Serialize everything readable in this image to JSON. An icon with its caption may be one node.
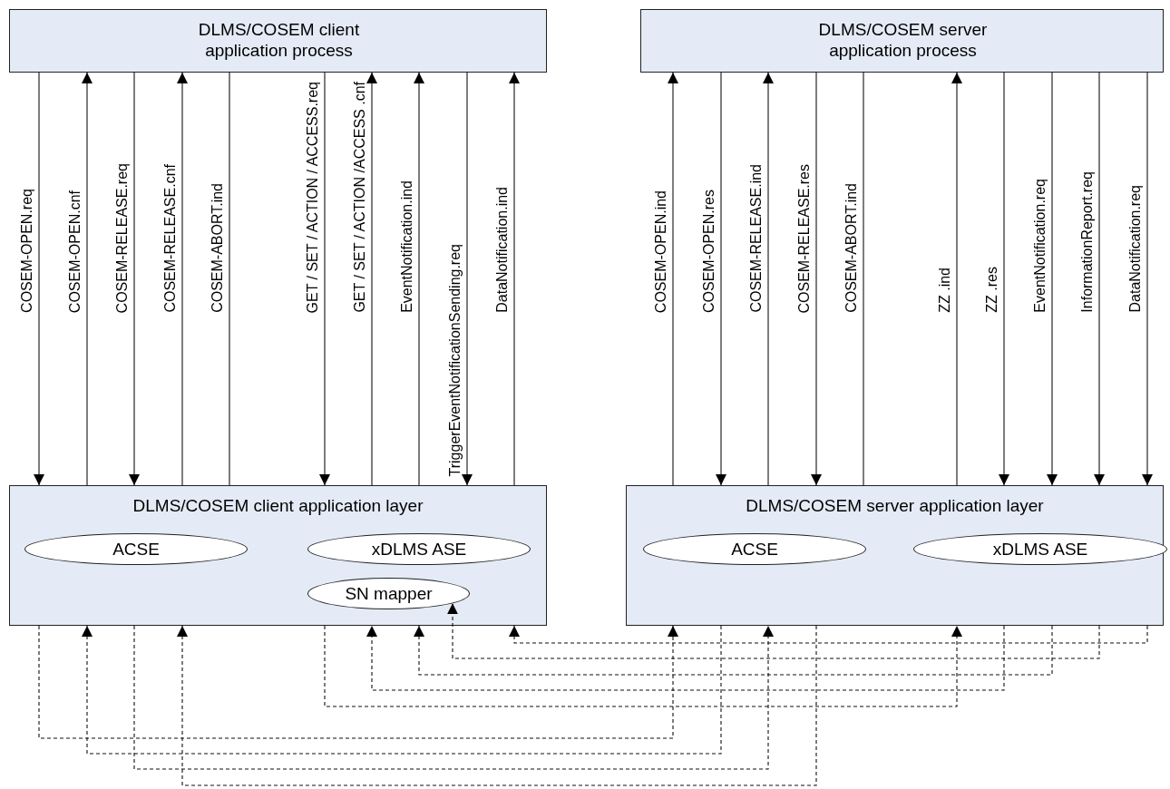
{
  "diagram": {
    "nodes": [
      {
        "text": [
          "DLMS/COSEM client application process"
        ]
      },
      {
        "text": [
          "DLMS/COSEM server application process"
        ]
      },
      {
        "text": [
          "DLMS/COSEM client application layer"
        ]
      },
      {
        "text": [
          "ACSE"
        ],
        "in": 2
      },
      {
        "text": [
          "xDLMS ASE"
        ],
        "in": 2
      },
      {
        "text": [
          "SN mapper"
        ],
        "in": 2
      },
      {
        "text": [
          "DLMS/COSEM server application layer"
        ]
      },
      {
        "text": [
          "ACSE"
        ],
        "in": 6
      },
      {
        "text": [
          "xDLMS ASE"
        ],
        "in": 6
      }
    ],
    "edges": [
      {
        "from": 0,
        "to": 2,
        "arrow": "to",
        "label": "COSEM-OPEN.req"
      },
      {
        "from": 2,
        "to": 0,
        "arrow": "to",
        "label": "COSEM-OPEN.cnf"
      },
      {
        "from": 0,
        "to": 2,
        "arrow": "to",
        "label": "COSEM-RELEASE.req"
      },
      {
        "from": 2,
        "to": 0,
        "arrow": "to",
        "label": "COSEM-RELEASE.cnf"
      },
      {
        "from": 2,
        "to": 0,
        "arrow": "none",
        "label": "COSEM-ABORT.ind"
      },
      {
        "from": 0,
        "to": 2,
        "arrow": "to",
        "label": "GET / SET / ACTION / ACCESS.req"
      },
      {
        "from": 2,
        "to": 0,
        "arrow": "to",
        "label": "GET / SET / ACTION /ACCESS .cnf"
      },
      {
        "from": 2,
        "to": 0,
        "arrow": "to",
        "label": "EventNotification.ind"
      },
      {
        "from": 0,
        "to": 2,
        "arrow": "to",
        "label": "TriggerEventNotificationSending.req"
      },
      {
        "from": 2,
        "to": 0,
        "arrow": "to",
        "label": "DataNotification.ind"
      },
      {
        "from": 6,
        "to": 1,
        "arrow": "to",
        "label": "COSEM-OPEN.ind"
      },
      {
        "from": 1,
        "to": 6,
        "arrow": "to",
        "label": "COSEM-OPEN.res"
      },
      {
        "from": 6,
        "to": 1,
        "arrow": "to",
        "label": "COSEM-RELEASE.ind"
      },
      {
        "from": 1,
        "to": 6,
        "arrow": "to",
        "label": "COSEM-RELEASE.res"
      },
      {
        "from": 6,
        "to": 1,
        "arrow": "none",
        "label": "COSEM-ABORT.ind"
      },
      {
        "from": 6,
        "to": 1,
        "arrow": "to",
        "label": "ZZ .ind"
      },
      {
        "from": 1,
        "to": 6,
        "arrow": "to",
        "label": "ZZ .res"
      },
      {
        "from": 1,
        "to": 6,
        "arrow": "to",
        "label": "EventNotification.req"
      },
      {
        "from": 1,
        "to": 6,
        "arrow": "to",
        "label": "InformationReport.req"
      },
      {
        "from": 1,
        "to": 6,
        "arrow": "to",
        "label": "DataNotification.req"
      },
      {
        "from": 6,
        "to": 2,
        "arrow": "to",
        "style": "dashed"
      },
      {
        "from": 6,
        "to": 5,
        "arrow": "to",
        "style": "dashed"
      },
      {
        "from": 6,
        "to": 2,
        "arrow": "to",
        "style": "dashed"
      },
      {
        "from": 6,
        "to": 2,
        "arrow": "to",
        "style": "dashed"
      },
      {
        "from": 2,
        "to": 6,
        "arrow": "to",
        "style": "dashed"
      },
      {
        "from": 2,
        "to": 6,
        "arrow": "to",
        "style": "dashed"
      },
      {
        "from": 6,
        "to": 2,
        "arrow": "to",
        "style": "dashed"
      },
      {
        "from": 2,
        "to": 6,
        "arrow": "to",
        "style": "dashed"
      },
      {
        "from": 6,
        "to": 2,
        "arrow": "to",
        "style": "dashed"
      }
    ]
  }
}
